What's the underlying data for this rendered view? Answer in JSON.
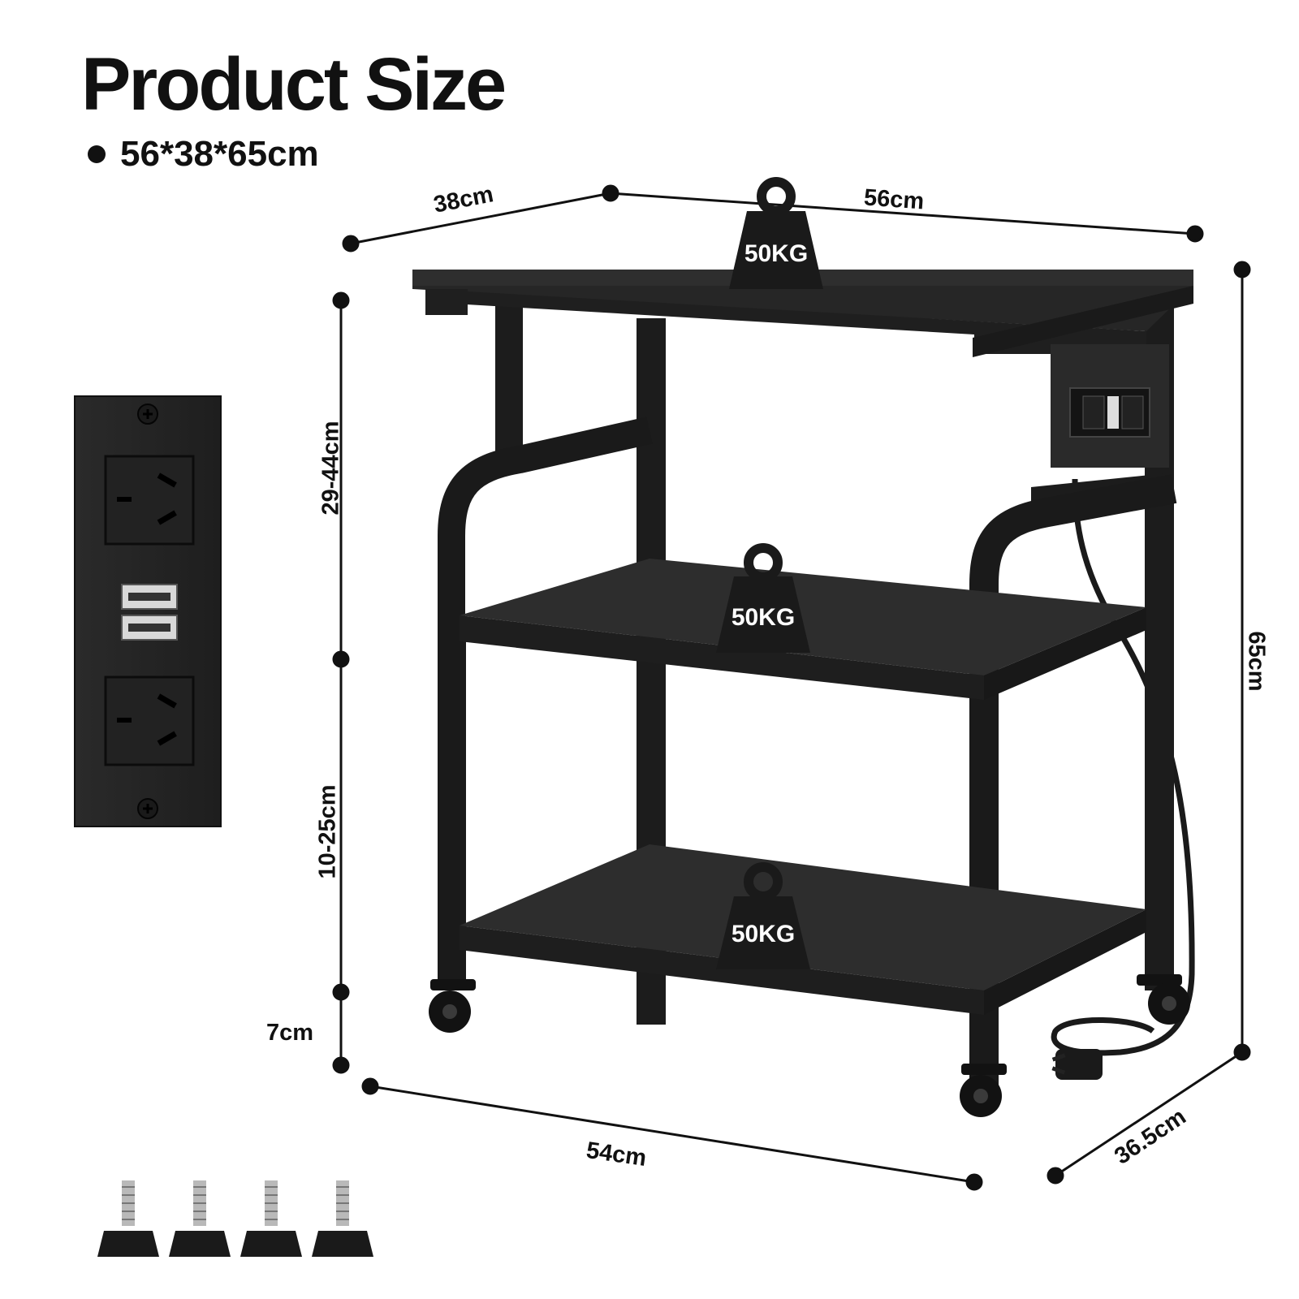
{
  "title": "Product Size",
  "overall_size": "56*38*65cm",
  "dimensions": {
    "depth_top": "38cm",
    "width_top": "56cm",
    "height_total": "65cm",
    "upper_gap": "29-44cm",
    "middle_gap": "10-25cm",
    "caster_height": "7cm",
    "width_bottom": "54cm",
    "depth_bottom": "36.5cm"
  },
  "load_badges": [
    "50KG",
    "50KG",
    "50KG"
  ],
  "icons": {
    "weight": "weight-icon",
    "outlet": "outlet-panel-icon",
    "usb": "usb-port-icon",
    "screw": "screw-icon",
    "leveling_foot": "leveling-foot-icon",
    "caster": "caster-wheel-icon",
    "plug": "power-plug-icon"
  },
  "colors": {
    "frame": "#1a1a1a",
    "wood": "#2b2b2b",
    "text": "#111111"
  }
}
